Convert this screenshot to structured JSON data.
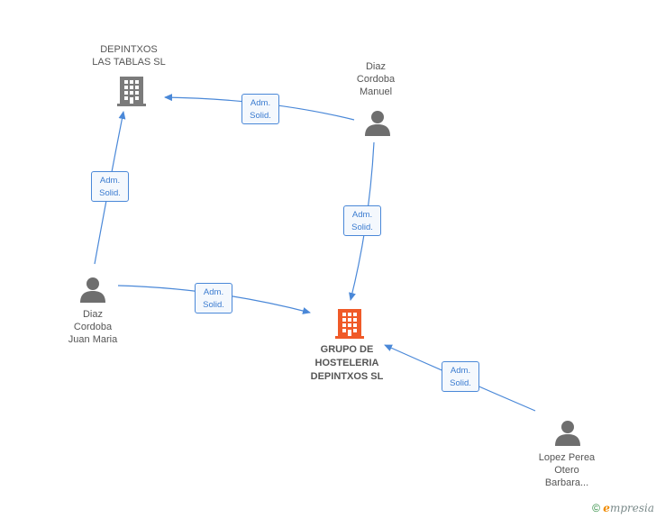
{
  "colors": {
    "edge": "#4a88d8",
    "company_default": "#7b7b7b",
    "company_main": "#f05a28",
    "person": "#6e6e6e"
  },
  "nodes": {
    "depintxos_las_tablas": {
      "label": "DEPINTXOS\nLAS TABLAS SL",
      "icon": "building-icon"
    },
    "diaz_cordoba_manuel": {
      "label": "Diaz\nCordoba\nManuel",
      "icon": "person-icon"
    },
    "diaz_cordoba_juan_maria": {
      "label": "Diaz\nCordoba\nJuan Maria",
      "icon": "person-icon"
    },
    "grupo_hosteleria": {
      "label": "GRUPO DE\nHOSTELERIA\nDEPINTXOS SL",
      "icon": "building-icon"
    },
    "lopez_perea": {
      "label": "Lopez Perea\nOtero\nBarbara...",
      "icon": "person-icon"
    }
  },
  "edges": [
    {
      "from": "diaz_cordoba_manuel",
      "to": "depintxos_las_tablas",
      "line1": "Adm.",
      "line2": "Solid."
    },
    {
      "from": "diaz_cordoba_juan_maria",
      "to": "depintxos_las_tablas",
      "line1": "Adm.",
      "line2": "Solid."
    },
    {
      "from": "diaz_cordoba_manuel",
      "to": "grupo_hosteleria",
      "line1": "Adm.",
      "line2": "Solid."
    },
    {
      "from": "diaz_cordoba_juan_maria",
      "to": "grupo_hosteleria",
      "line1": "Adm.",
      "line2": "Solid."
    },
    {
      "from": "lopez_perea",
      "to": "grupo_hosteleria",
      "line1": "Adm.",
      "line2": "Solid."
    }
  ],
  "footer": {
    "copyright": "©",
    "brand_initial": "e",
    "brand_rest": "mpresia"
  }
}
